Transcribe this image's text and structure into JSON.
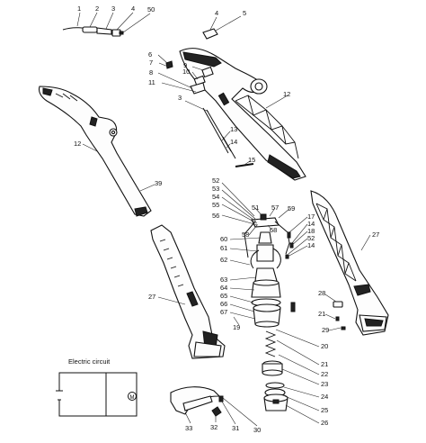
{
  "callouts": [
    {
      "id": "c1",
      "text": "1"
    },
    {
      "id": "c2",
      "text": "2"
    },
    {
      "id": "c3a",
      "text": "3"
    },
    {
      "id": "c4a",
      "text": "4"
    },
    {
      "id": "c50",
      "text": "50"
    },
    {
      "id": "c4b",
      "text": "4"
    },
    {
      "id": "c5",
      "text": "5"
    },
    {
      "id": "c6",
      "text": "6"
    },
    {
      "id": "c7",
      "text": "7"
    },
    {
      "id": "c9",
      "text": "9"
    },
    {
      "id": "c10",
      "text": "10"
    },
    {
      "id": "c8",
      "text": "8"
    },
    {
      "id": "c11",
      "text": "11"
    },
    {
      "id": "c3b",
      "text": "3"
    },
    {
      "id": "c12a",
      "text": "12"
    },
    {
      "id": "c12b",
      "text": "12"
    },
    {
      "id": "c13",
      "text": "13"
    },
    {
      "id": "c14a",
      "text": "14"
    },
    {
      "id": "c15",
      "text": "15"
    },
    {
      "id": "c39",
      "text": "39"
    },
    {
      "id": "c52a",
      "text": "52"
    },
    {
      "id": "c53",
      "text": "53"
    },
    {
      "id": "c54",
      "text": "54"
    },
    {
      "id": "c55",
      "text": "55"
    },
    {
      "id": "c56",
      "text": "56"
    },
    {
      "id": "c51",
      "text": "51"
    },
    {
      "id": "c57",
      "text": "57"
    },
    {
      "id": "c58",
      "text": "58"
    },
    {
      "id": "c68",
      "text": "68"
    },
    {
      "id": "c59",
      "text": "59"
    },
    {
      "id": "c17",
      "text": "17"
    },
    {
      "id": "c14b",
      "text": "14"
    },
    {
      "id": "c18",
      "text": "18"
    },
    {
      "id": "c52b",
      "text": "52"
    },
    {
      "id": "c14c",
      "text": "14"
    },
    {
      "id": "c27a",
      "text": "27"
    },
    {
      "id": "c60",
      "text": "60"
    },
    {
      "id": "c61",
      "text": "61"
    },
    {
      "id": "c62",
      "text": "62"
    },
    {
      "id": "c63",
      "text": "63"
    },
    {
      "id": "c64",
      "text": "64"
    },
    {
      "id": "c65",
      "text": "65"
    },
    {
      "id": "c66",
      "text": "66"
    },
    {
      "id": "c67",
      "text": "67"
    },
    {
      "id": "c27b",
      "text": "27"
    },
    {
      "id": "c19",
      "text": "19"
    },
    {
      "id": "c28",
      "text": "28"
    },
    {
      "id": "c21a",
      "text": "21"
    },
    {
      "id": "c29",
      "text": "29"
    },
    {
      "id": "c20",
      "text": "20"
    },
    {
      "id": "c21b",
      "text": "21"
    },
    {
      "id": "c22",
      "text": "22"
    },
    {
      "id": "c23",
      "text": "23"
    },
    {
      "id": "c24",
      "text": "24"
    },
    {
      "id": "c25",
      "text": "25"
    },
    {
      "id": "c26",
      "text": "26"
    },
    {
      "id": "c33",
      "text": "33"
    },
    {
      "id": "c32",
      "text": "32"
    },
    {
      "id": "c31",
      "text": "31"
    },
    {
      "id": "c30",
      "text": "30"
    }
  ],
  "circuit": {
    "title": "Electric circuit",
    "motor_symbol": "M"
  }
}
